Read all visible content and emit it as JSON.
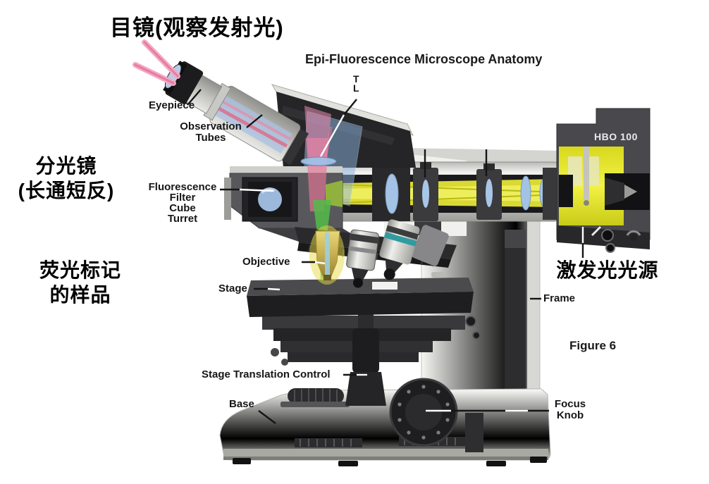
{
  "titles": {
    "eyepiece_cn": "目镜(观察发射光)",
    "diagram": "Epi-Fluorescence Microscope Anatomy",
    "figure": "Figure 6"
  },
  "chinese_annotations": {
    "beam_splitter_line1": "分光镜",
    "beam_splitter_line2": "(长通短反)",
    "sample_line1": "荧光标记",
    "sample_line2": "的样品",
    "excitation_source": "激发光光源"
  },
  "part_labels": {
    "eyepiece": "Eyepiece",
    "observation_tubes_line1": "Observation",
    "observation_tubes_line2": "Tubes",
    "turret_line1": "Fluorescence",
    "turret_line2": "Filter",
    "turret_line3": "Cube",
    "turret_line4": "Turret",
    "objective": "Objective",
    "stage": "Stage",
    "stage_translation_control": "Stage Translation Control",
    "base": "Base",
    "focus_line1": "Focus",
    "focus_line2": "Knob",
    "frame": "Frame",
    "lamp_model": "HBO 100",
    "tube_lens_partial_line1": "T",
    "tube_lens_partial_line2": "L"
  },
  "colors": {
    "excitation_beam": "#e4e436",
    "emission_beam": "#f0a0be",
    "reflected_beam": "#52bc48",
    "lens_glass": "#a2c0e4",
    "lamp_house": "#49494d",
    "label_text": "#161616"
  }
}
